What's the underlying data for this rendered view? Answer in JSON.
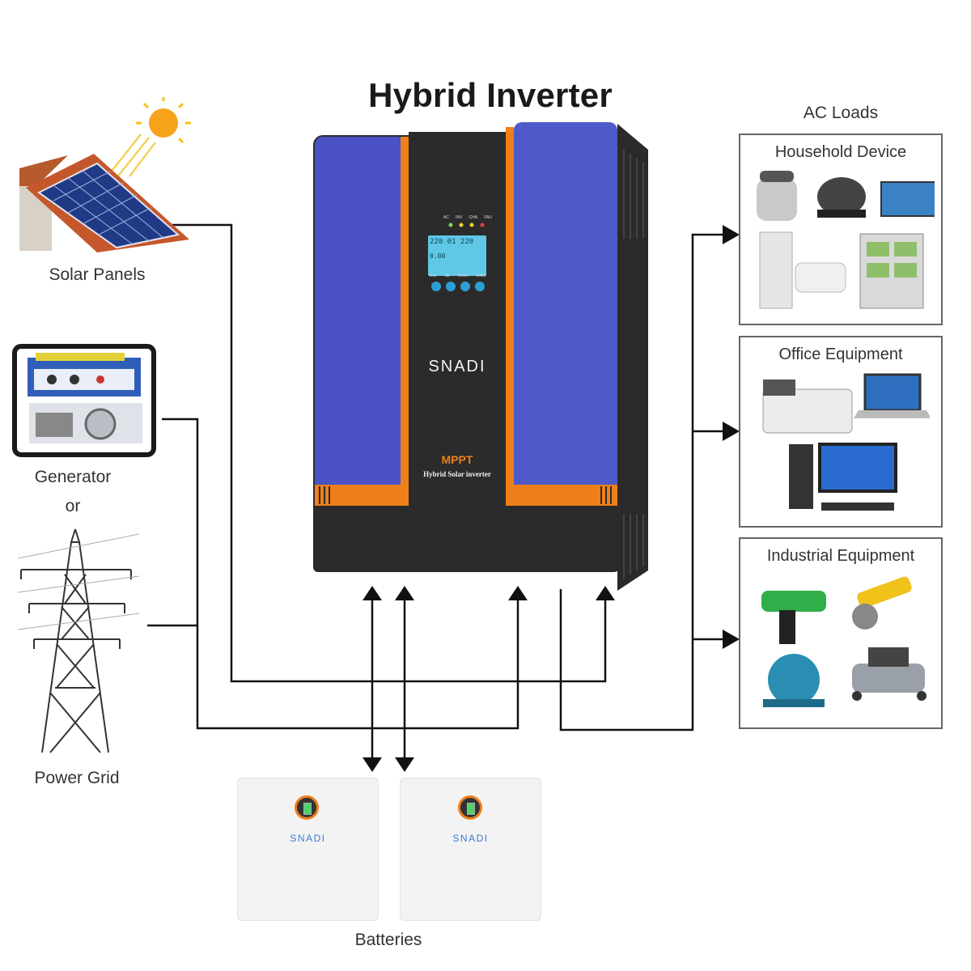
{
  "title": "Hybrid Inverter",
  "sources": {
    "solar": "Solar Panels",
    "generator": "Generator",
    "or": "or",
    "grid": "Power Grid"
  },
  "loads": {
    "header": "AC Loads",
    "household": "Household Device",
    "office": "Office Equipment",
    "industrial": "Industrial Equipment"
  },
  "inverter": {
    "brand": "SNADI",
    "mppt": "MPPT",
    "model": "Hybrid Solar inverter",
    "leds": [
      "AC",
      "INV",
      "CHA",
      "FAU"
    ],
    "buttons": [
      "Esc",
      "Up",
      "Down",
      "Enter"
    ],
    "lcd_top": "220  01  220",
    "lcd_bottom": "0.00"
  },
  "batteries": {
    "label": "Batteries",
    "brand": "SNADI"
  },
  "colors": {
    "panel_blue": "#4a52c6",
    "frame_dark": "#2b2b2b",
    "accent_orange": "#ef7f1a",
    "lcd": "#5fc8e6",
    "wire": "#111111"
  }
}
